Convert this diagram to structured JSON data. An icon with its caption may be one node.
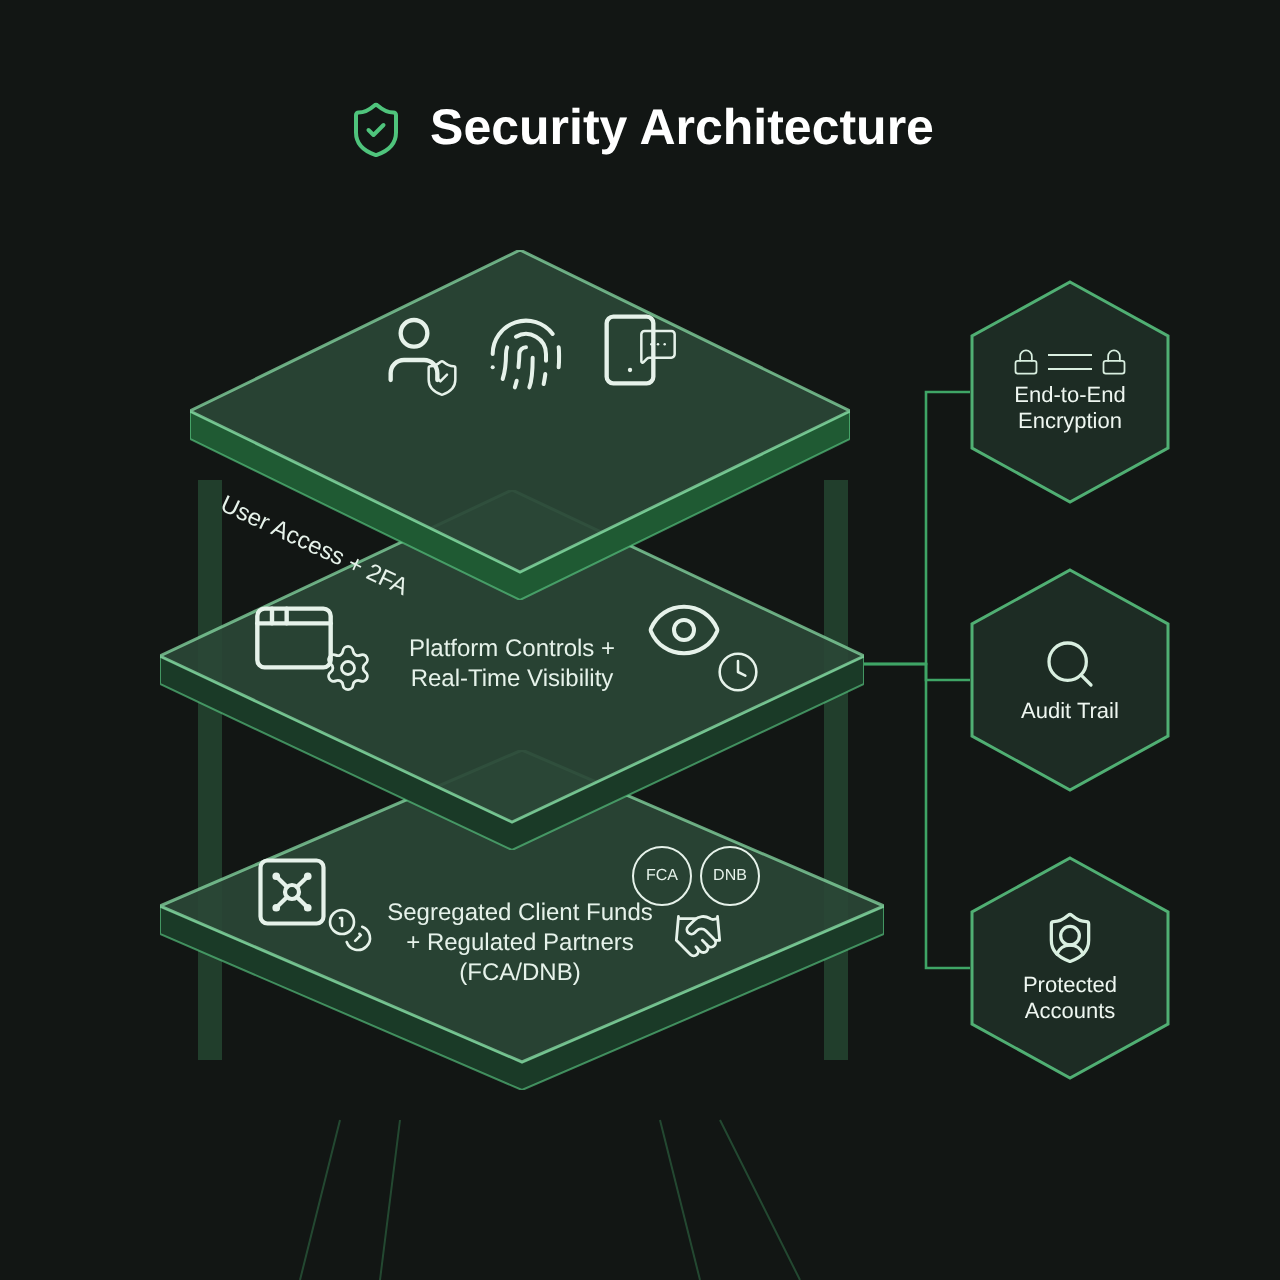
{
  "diagram": {
    "title": "Security Architecture",
    "nodes": [
      {
        "text": [
          "User Access + 2FA"
        ]
      },
      {
        "text": [
          "Platform Controls + Real-Time Visibility"
        ]
      },
      {
        "text": [
          "Segregated Client Funds + Regulated Partners (FCA/DNB)"
        ]
      },
      {
        "text": [
          "End-to-End Encryption"
        ]
      },
      {
        "text": [
          "Audit Trail"
        ]
      },
      {
        "text": [
          "Protected Accounts"
        ]
      }
    ],
    "edges": [
      {
        "from": 1,
        "to": 3,
        "arrow": "none"
      },
      {
        "from": 1,
        "to": 4,
        "arrow": "none"
      },
      {
        "from": 1,
        "to": 5,
        "arrow": "none"
      }
    ],
    "labels": [
      "FCA",
      "DNB"
    ]
  }
}
